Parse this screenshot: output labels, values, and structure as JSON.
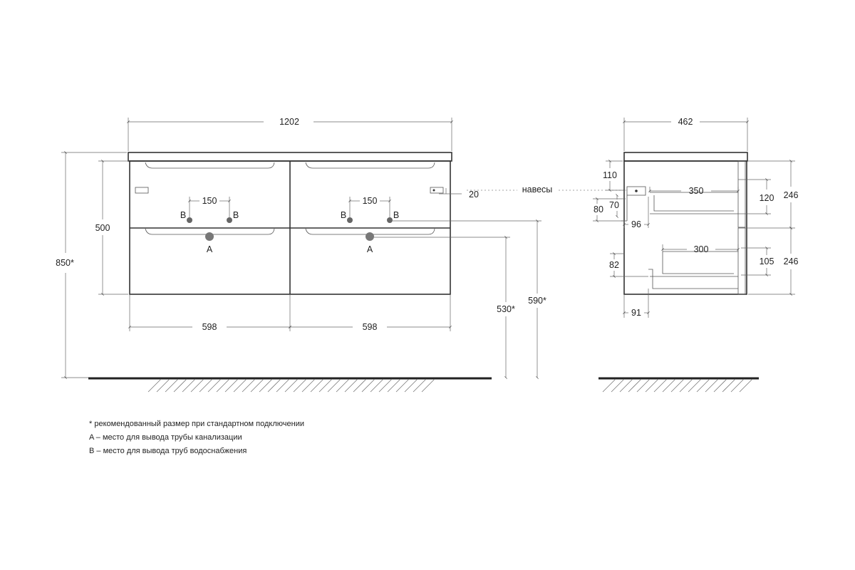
{
  "front": {
    "width_total": "1202",
    "height_total": "850*",
    "body_height": "500",
    "drawer_width_left": "598",
    "drawer_width_right": "598",
    "pipe_spacing_left": "150",
    "pipe_spacing_right": "150",
    "label_b": "B",
    "label_a": "A",
    "height_a": "530*",
    "height_b": "590*",
    "hanger_offset": "20"
  },
  "hangers_label": "навесы",
  "side": {
    "depth": "462",
    "d110": "110",
    "d350": "350",
    "d120": "120",
    "d246_top": "246",
    "d80": "80",
    "d70": "70",
    "d96": "96",
    "d300": "300",
    "d82": "82",
    "d105": "105",
    "d246_bottom": "246",
    "d91": "91"
  },
  "notes": [
    "* рекомендованный размер при стандартном подключении",
    "A – место для вывода трубы канализации",
    "B – место для вывода труб водоснабжения"
  ]
}
